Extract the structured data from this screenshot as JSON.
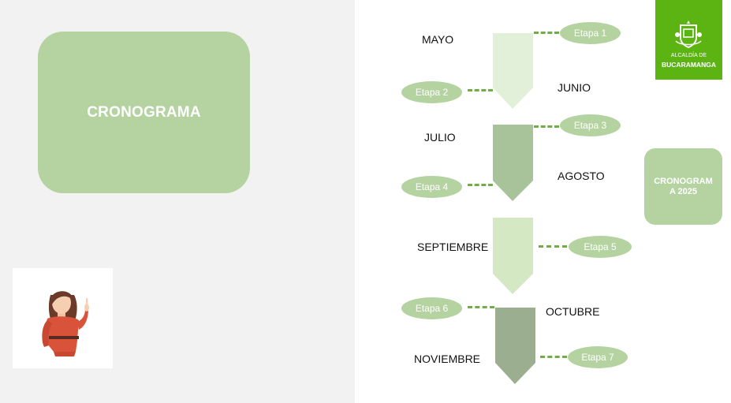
{
  "left": {
    "title": "CRONOGRAMA"
  },
  "logo": {
    "line1": "ALCALDÍA DE",
    "line2": "BUCARAMANGA",
    "color": "#5cb412"
  },
  "side_card": {
    "label": "CRONOGRAMA 2025"
  },
  "colors": {
    "card": "#b5d3a0",
    "dash": "#70ad47",
    "arrow_light": "#e2efd9",
    "arrow_mid": "#a8c29a",
    "arrow_pale": "#d5e8c4",
    "arrow_dark": "#9bae90"
  },
  "months": [
    "MAYO",
    "JUNIO",
    "JULIO",
    "AGOSTO",
    "SEPTIEMBRE",
    "OCTUBRE",
    "NOVIEMBRE"
  ],
  "stages": [
    "Etapa 1",
    "Etapa 2",
    "Etapa 3",
    "Etapa 4",
    "Etapa 5",
    "Etapa 6",
    "Etapa 7"
  ]
}
